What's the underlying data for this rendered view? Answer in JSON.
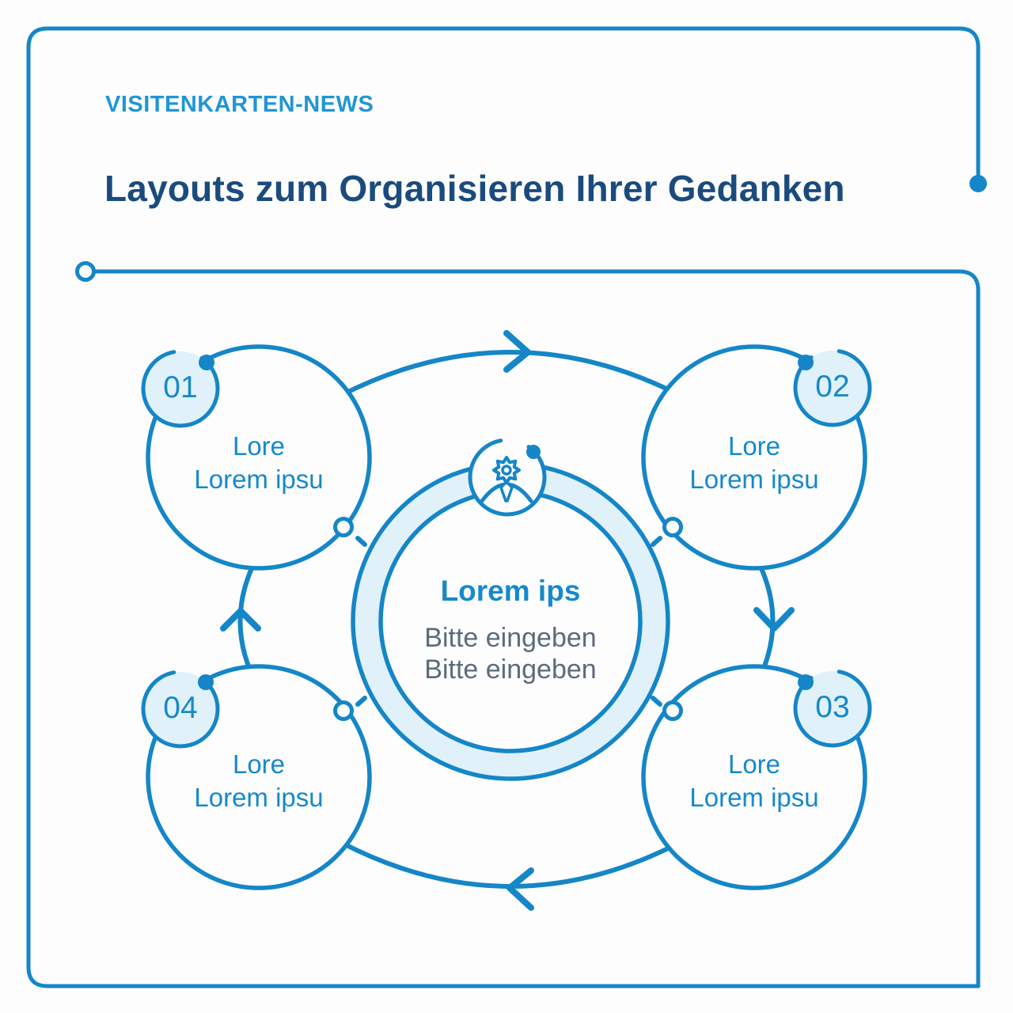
{
  "colors": {
    "stroke": "#1586c7",
    "accent_text": "#1689ca",
    "eyebrow": "#2196d4",
    "title": "#1b4b7d",
    "muted_text": "#5c6b7a",
    "light_fill": "#e0f1fa",
    "background": "#fdfdfe"
  },
  "header": {
    "eyebrow": "VISITENKARTEN-NEWS",
    "title": "Layouts zum Organisieren Ihrer Gedanken"
  },
  "diagram": {
    "steps": [
      {
        "number": "01",
        "line1": "Lore",
        "line2": "Lorem ipsu"
      },
      {
        "number": "02",
        "line1": "Lore",
        "line2": "Lorem ipsu"
      },
      {
        "number": "03",
        "line1": "Lore",
        "line2": "Lorem ipsu"
      },
      {
        "number": "04",
        "line1": "Lore",
        "line2": "Lorem ipsu"
      }
    ],
    "center": {
      "icon": "person-gear-icon",
      "title": "Lorem ips",
      "line1": "Bitte eingeben",
      "line2": "Bitte eingeben"
    },
    "flow_direction": "clockwise"
  }
}
